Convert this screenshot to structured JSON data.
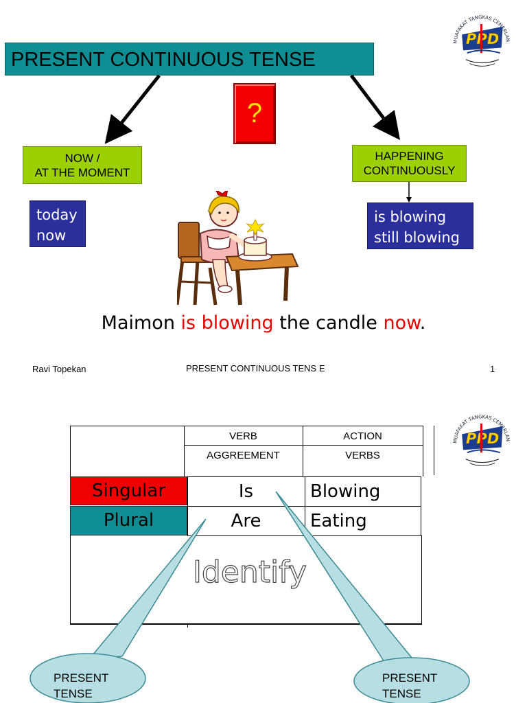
{
  "slide1": {
    "title": "PRESENT CONTINUOUS TENSE",
    "question_mark": "?",
    "now_box": {
      "line1": "NOW /",
      "line2": "AT THE MOMENT"
    },
    "happening_box": {
      "line1": "HAPPENING",
      "line2": "CONTINUOUSLY"
    },
    "time_words": {
      "line1": "today",
      "line2": "now"
    },
    "verb_words": {
      "line1": "is blowing",
      "line2": "still blowing"
    },
    "sentence": {
      "part1": "Maimon ",
      "verb": "is blowing",
      "part2": " the candle ",
      "time": "now",
      "end": "."
    },
    "footer": {
      "author": "Ravi Topekan",
      "title": "PRESENT CONTINUOUS TENS E",
      "page": "1"
    },
    "logo": {
      "ring_text": "MUAFAKAT TANGKAS CEMERLANG",
      "initials": "PPD"
    }
  },
  "slide2": {
    "header": {
      "col2_line1": "VERB",
      "col2_line2": "AGGREEMENT",
      "col3_line1": "ACTION",
      "col3_line2": "VERBS"
    },
    "rows": [
      {
        "label": "Singular",
        "verb": "Is",
        "action": "Blowing"
      },
      {
        "label": "Plural",
        "verb": "Are",
        "action": "Eating"
      }
    ],
    "identify": "Identify",
    "callout_left": {
      "line1": "PRESENT",
      "line2": "TENSE"
    },
    "callout_right": {
      "line1": "PRESENT",
      "line2": "TENSE"
    },
    "logo": {
      "ring_text": "MUAFAKAT TANGKAS CEMERLANG",
      "initials": "PPD"
    }
  },
  "colors": {
    "title_bg": "#0f8f93",
    "green": "#9dd000",
    "blue": "#2b2f9b",
    "red": "#f20000",
    "callout": "#b7dee2"
  }
}
